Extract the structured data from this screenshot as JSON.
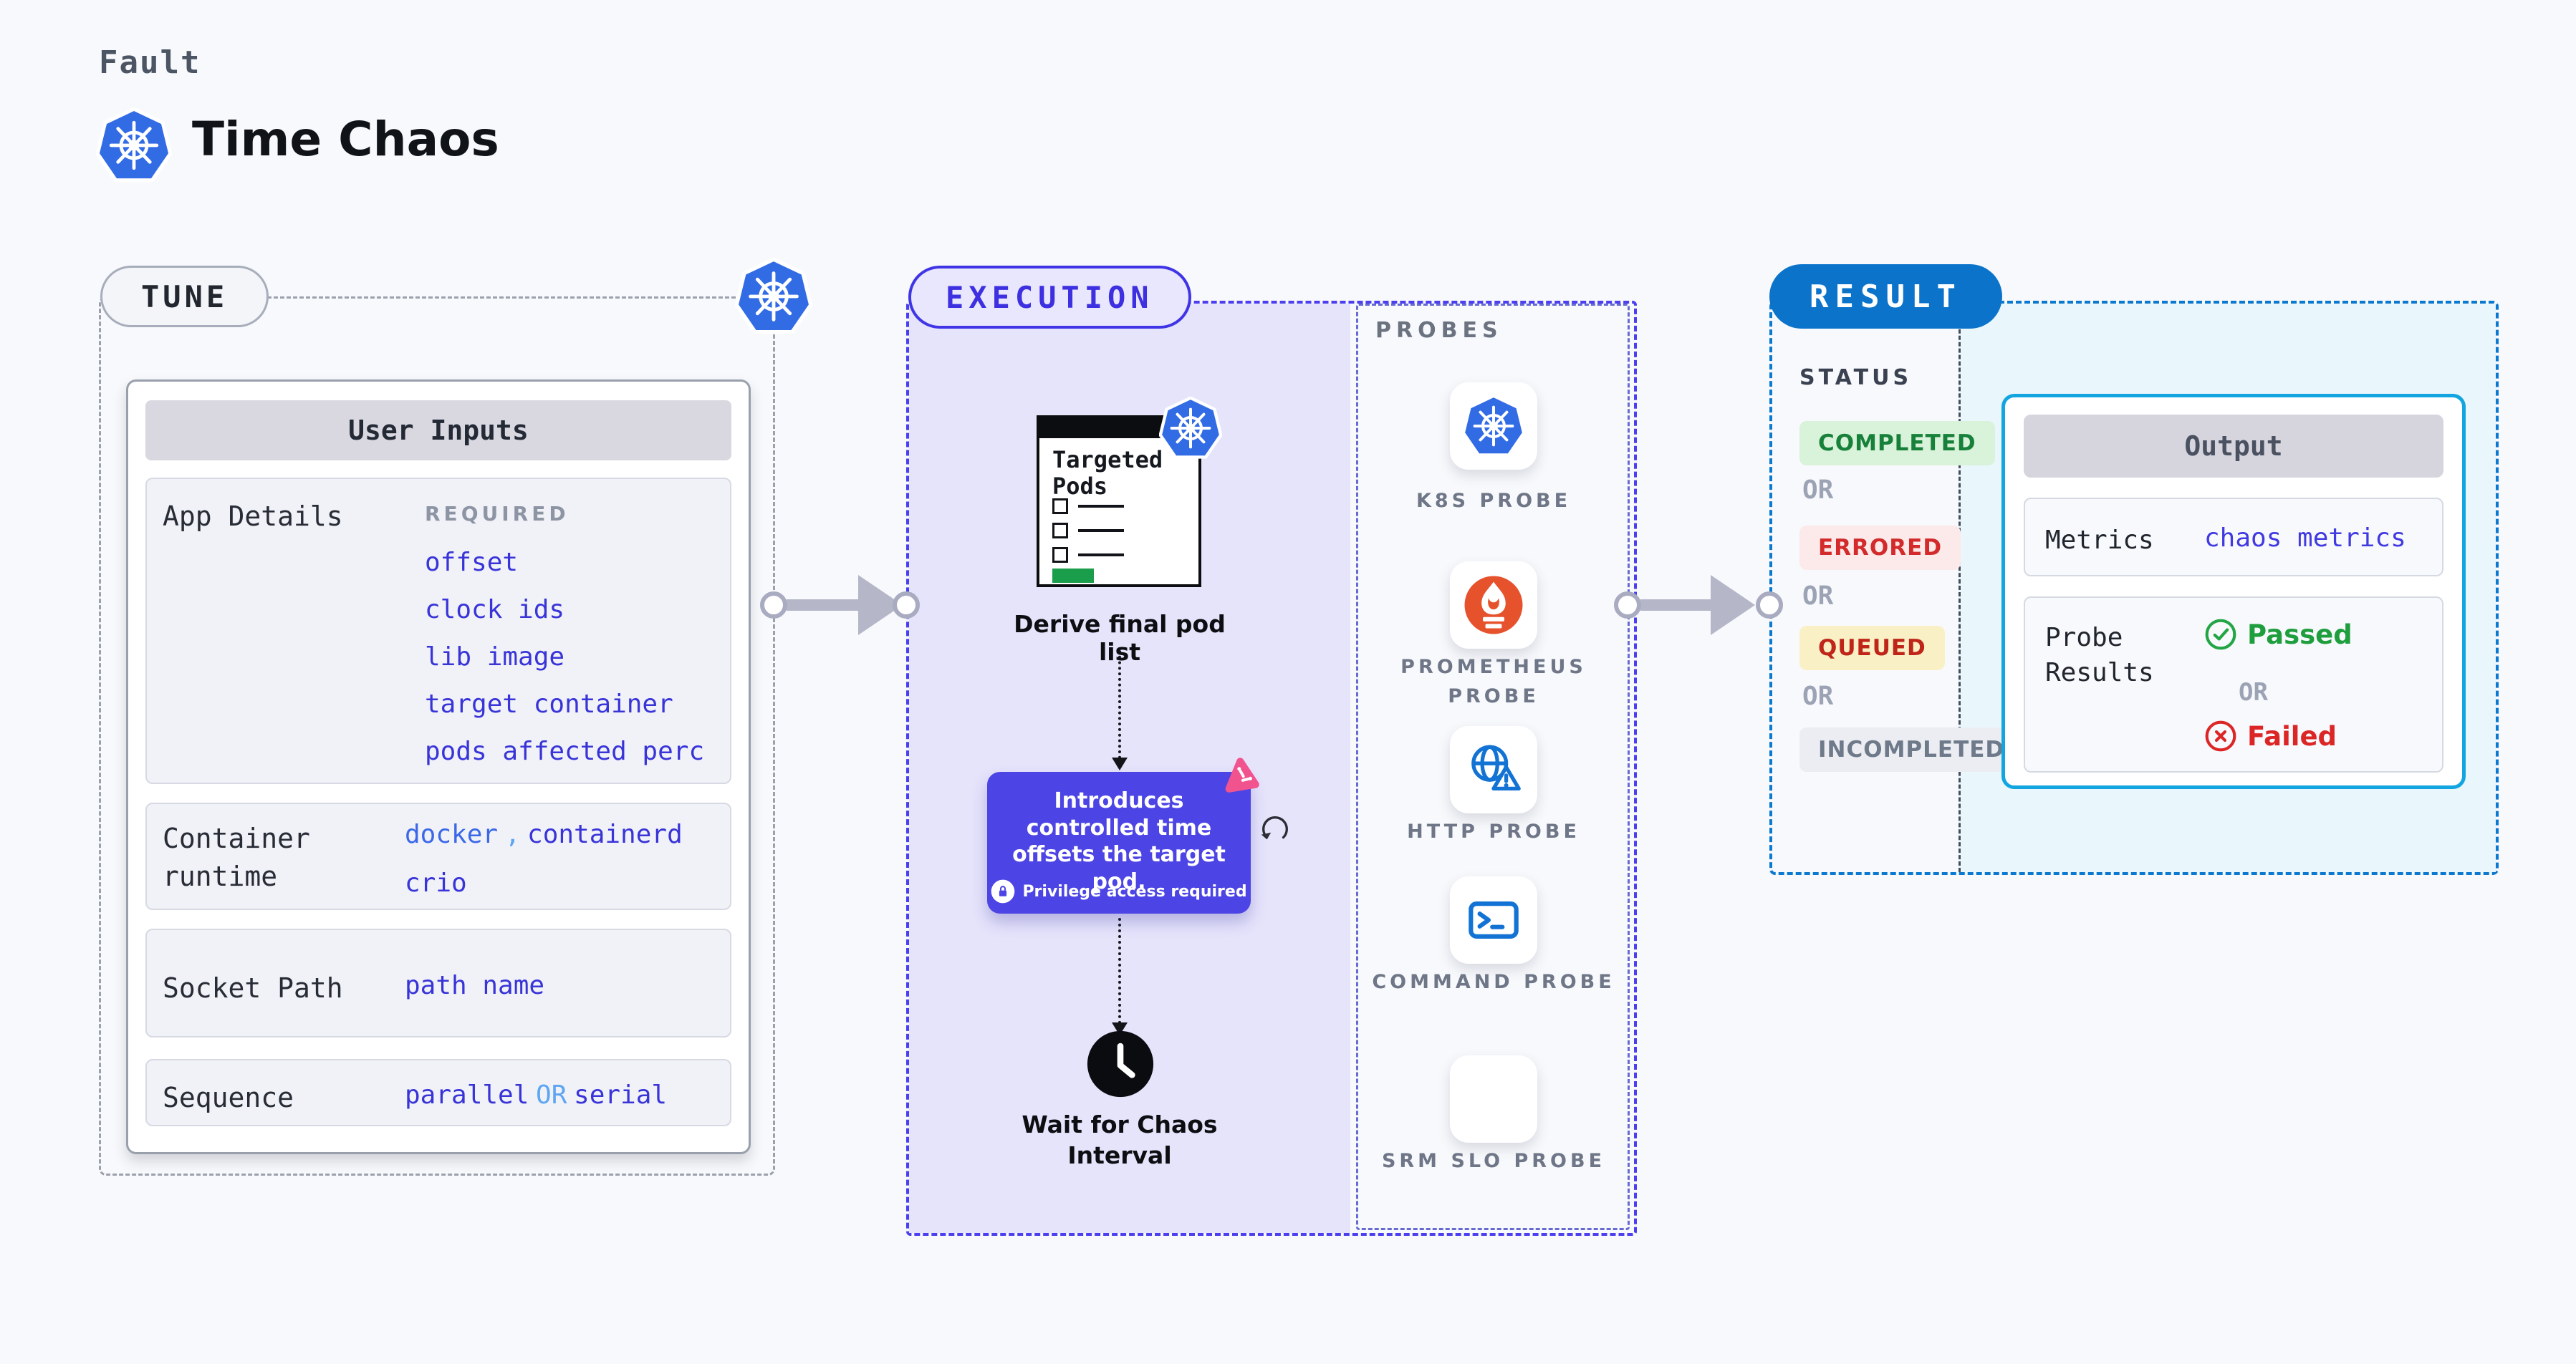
{
  "header": {
    "eyebrow": "Fault",
    "title": "Time Chaos"
  },
  "tune": {
    "badge": "TUNE",
    "user_inputs_title": "User Inputs",
    "app_details": {
      "label": "App Details",
      "required_tag": "REQUIRED",
      "links": [
        "offset",
        "clock ids",
        "lib image",
        "target container",
        "pods affected perc"
      ]
    },
    "container_runtime": {
      "label": "Container runtime",
      "link1": "docker",
      "comma": ",",
      "link2": "containerd",
      "link3": "crio"
    },
    "socket_path": {
      "label": "Socket Path",
      "link": "path name"
    },
    "sequence": {
      "label": "Sequence",
      "link1": "parallel",
      "or": "OR",
      "link2": "serial"
    }
  },
  "execution": {
    "badge": "EXECUTION",
    "targeted_pods_title": "Targeted Pods",
    "derive_caption": "Derive final pod list",
    "tooltip_text": "Introduces controlled time offsets the target pod.",
    "tooltip_privilege": "Privilege access required",
    "wait_caption": "Wait for Chaos Interval"
  },
  "probes": {
    "title": "PROBES",
    "items": [
      {
        "label": "K8S PROBE",
        "icon": "kubernetes-icon"
      },
      {
        "label": "PROMETHEUS PROBE",
        "icon": "prometheus-icon"
      },
      {
        "label": "HTTP PROBE",
        "icon": "globe-warning-icon"
      },
      {
        "label": "COMMAND PROBE",
        "icon": "terminal-icon"
      },
      {
        "label": "SRM SLO PROBE",
        "icon": "slo-gauge-icon"
      }
    ]
  },
  "result": {
    "badge": "RESULT",
    "status_label": "STATUS",
    "or": "OR",
    "statuses": [
      {
        "label": "COMPLETED",
        "bg": "#d9f2da",
        "color": "#17813a"
      },
      {
        "label": "ERRORED",
        "bg": "#fce9e9",
        "color": "#d32b2b"
      },
      {
        "label": "QUEUED",
        "bg": "#faf0c5",
        "color": "#bf2619"
      },
      {
        "label": "INCOMPLETED",
        "bg": "#ebedf2",
        "color": "#6e7a8a"
      }
    ],
    "output": {
      "title": "Output",
      "metrics_label": "Metrics",
      "metrics_link": "chaos metrics",
      "probe_results_label": "Probe Results",
      "passed_label": "Passed",
      "or": "OR",
      "failed_label": "Failed"
    }
  },
  "colors": {
    "kubernetes_blue": "#326ce5",
    "execution_accent": "#4035e6",
    "execution_fill": "#e6e4fb",
    "result_accent": "#0b74ca",
    "result_panel_fill": "#e9f6fc",
    "output_border": "#12a5e0",
    "link_indigo": "#3834d8",
    "link_blue": "#3b68e8",
    "link_light_blue": "#5ea5f2",
    "tooltip_fill": "#4c44e4",
    "pink_logo": "#f1538f",
    "prometheus_orange": "#e6522c",
    "passed_green": "#1f9e3d",
    "failed_red": "#dc2626",
    "arrow_gray": "#b5b7c9"
  }
}
